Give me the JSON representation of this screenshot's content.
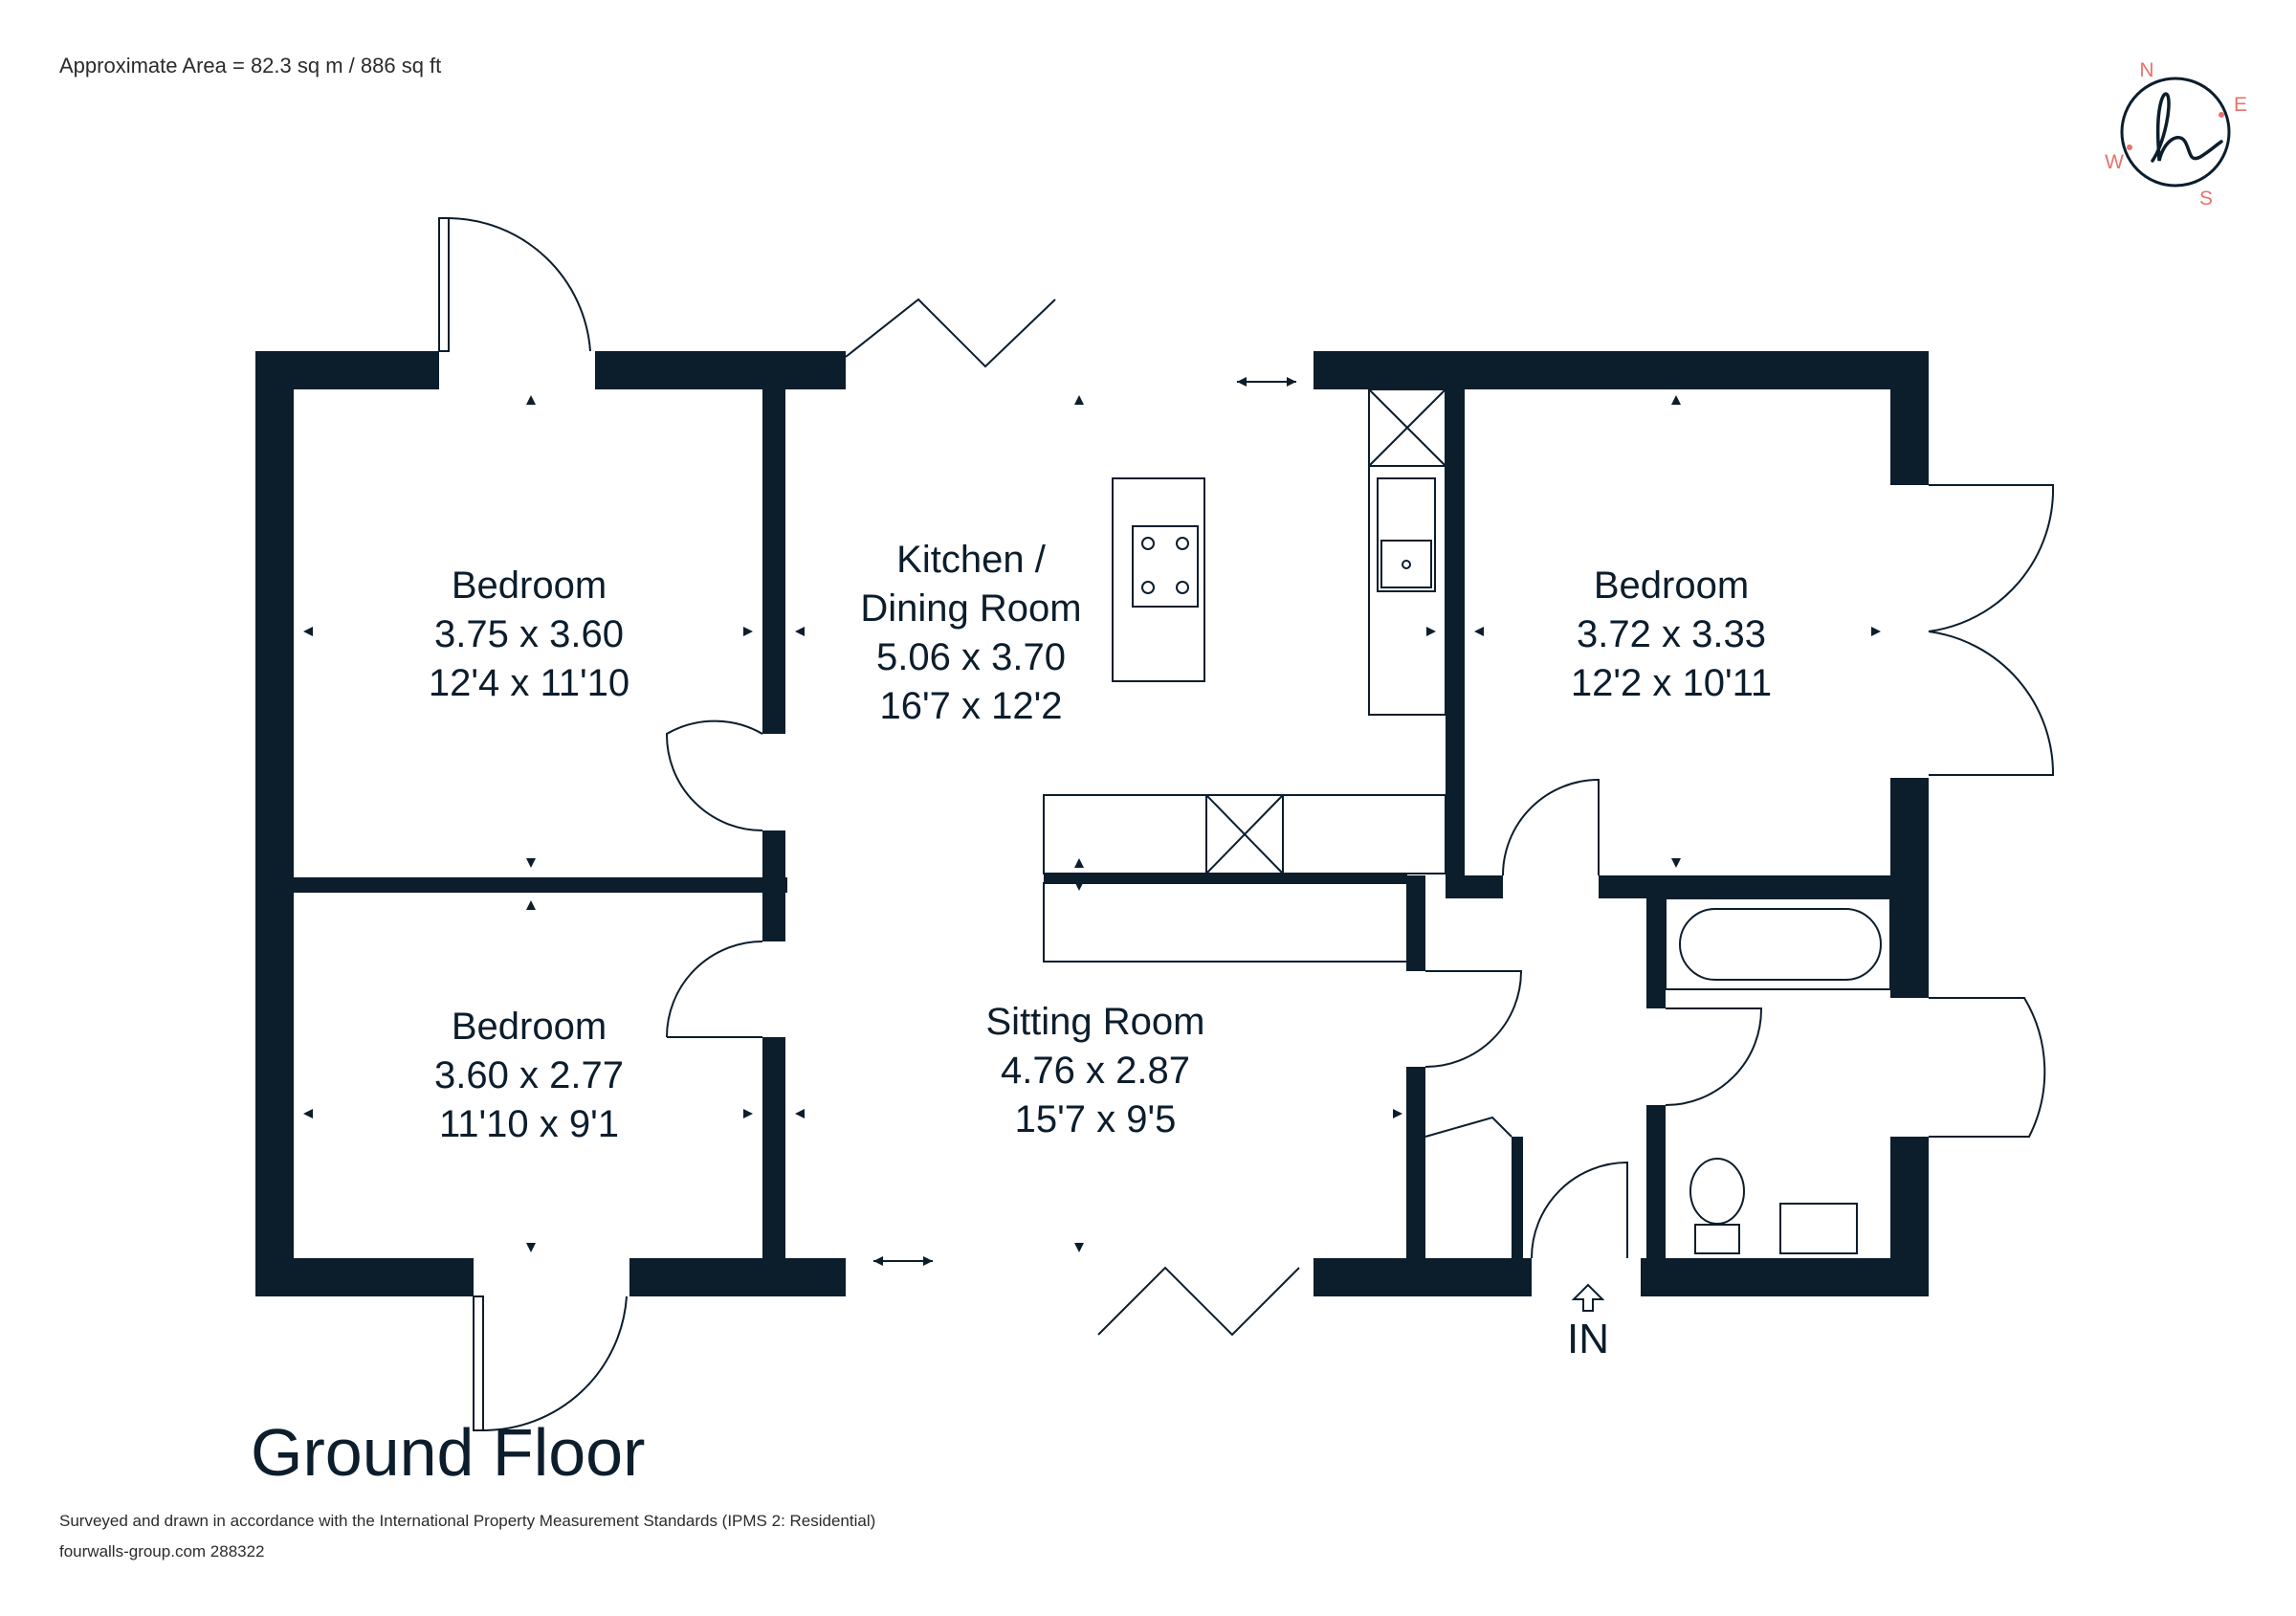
{
  "header": {
    "area": "Approximate Area = 82.3 sq m / 886 sq ft"
  },
  "compass": {
    "n": "N",
    "e": "E",
    "s": "S",
    "w": "W",
    "logo_letter": "h"
  },
  "rooms": {
    "bedroom_1": {
      "name": "Bedroom",
      "metric": "3.75 x 3.60",
      "imperial": "12'4 x 11'10"
    },
    "bedroom_2": {
      "name": "Bedroom",
      "metric": "3.60 x 2.77",
      "imperial": "11'10 x 9'1"
    },
    "kitchen": {
      "name_line1": "Kitchen /",
      "name_line2": "Dining Room",
      "metric": "5.06 x 3.70",
      "imperial": "16'7 x 12'2"
    },
    "bedroom_3": {
      "name": "Bedroom",
      "metric": "3.72 x 3.33",
      "imperial": "12'2 x 10'11"
    },
    "sitting": {
      "name": "Sitting Room",
      "metric": "4.76 x 2.87",
      "imperial": "15'7 x 9'5"
    }
  },
  "entrance": {
    "label": "IN"
  },
  "floor": {
    "title": "Ground Floor"
  },
  "footer": {
    "line1": "Surveyed and drawn in accordance with the International Property Measurement Standards (IPMS 2: Residential)",
    "line2": "fourwalls-group.com 288322"
  },
  "colors": {
    "wall": "#0c1d2c",
    "compass": "#e8716b",
    "line": "#0c1d2c"
  }
}
